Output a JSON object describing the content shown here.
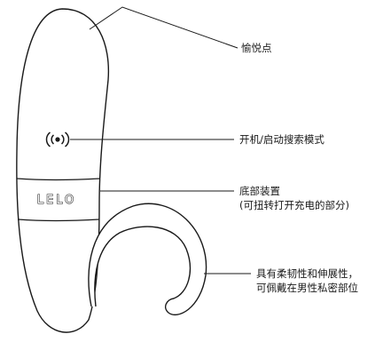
{
  "device": {
    "brand": "LELO"
  },
  "callouts": [
    {
      "id": "tip",
      "lines": [
        "愉悦点"
      ]
    },
    {
      "id": "button",
      "lines": [
        "开机/启动搜索模式"
      ]
    },
    {
      "id": "base",
      "lines": [
        "底部装置",
        "(可扭转打开充电的部分)"
      ]
    },
    {
      "id": "tail",
      "lines": [
        "具有柔韧性和伸展性，",
        "可佩戴在男性私密部位"
      ]
    }
  ],
  "colors": {
    "stroke": "#1a1a1a",
    "background": "#ffffff"
  },
  "icons": {
    "power": "wireless-power-icon"
  }
}
